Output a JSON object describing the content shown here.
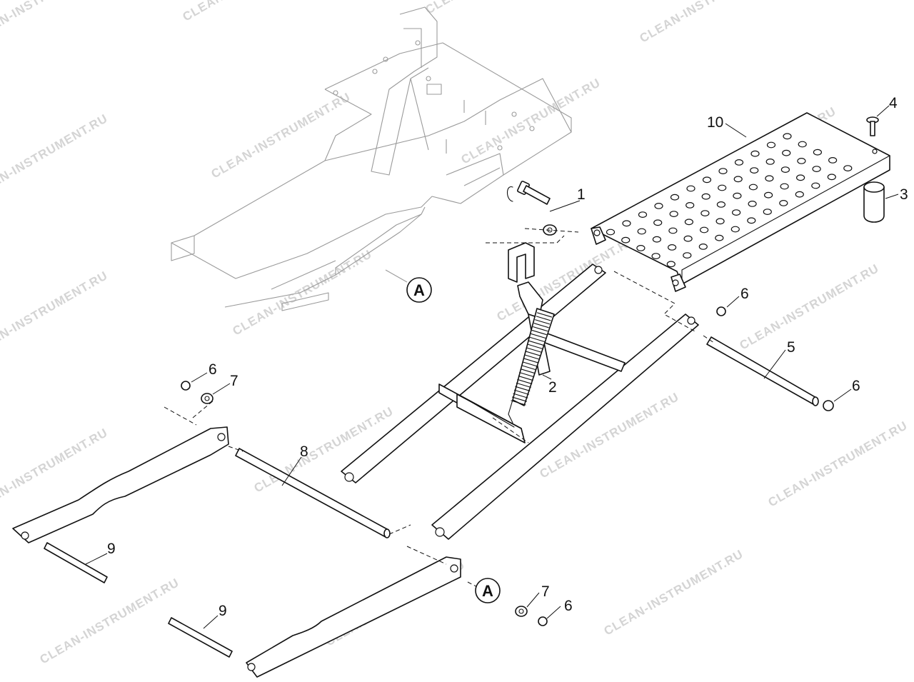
{
  "watermark": "CLEAN-INSTRUMENT.RU",
  "reference_marker": "A",
  "callouts": {
    "c1": "1",
    "c2": "2",
    "c3": "3",
    "c4": "4",
    "c5": "5",
    "c6a": "6",
    "c6b": "6",
    "c6c": "6",
    "c6d": "6",
    "c7a": "7",
    "c7b": "7",
    "c8": "8",
    "c9a": "9",
    "c9b": "9",
    "c10": "10"
  }
}
